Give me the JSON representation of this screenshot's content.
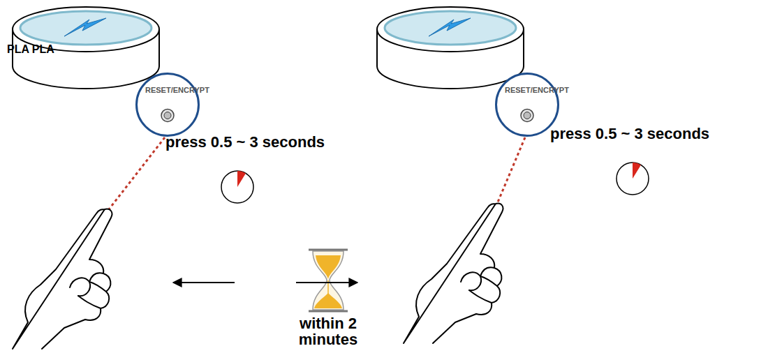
{
  "diagram": {
    "nodes": [
      {
        "text": [
          "RESET/ENCRYPT"
        ]
      },
      {
        "text": [
          "RESET/ENCRYPT"
        ]
      }
    ],
    "labels": [
      "PLA PLA",
      "press 0.5 ~ 3 seconds",
      "press 0.5 ~ 3 seconds",
      "within 2 minutes"
    ]
  }
}
